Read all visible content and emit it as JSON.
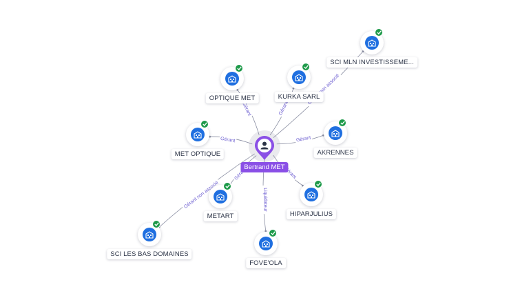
{
  "center": {
    "name": "Bertrand MET",
    "icon": "person-pin-icon",
    "color": "#8a4fe6"
  },
  "nodes": [
    {
      "id": "sci-mln",
      "label": "SCI MLN INVESTISSEME...",
      "edge_label": "Gérant non associé"
    },
    {
      "id": "optique-met",
      "label": "OPTIQUE MET",
      "edge_label": "Gérant"
    },
    {
      "id": "kurka-sarl",
      "label": "KURKA SARL",
      "edge_label": "Gérant"
    },
    {
      "id": "met-optique",
      "label": "MET OPTIQUE",
      "edge_label": "Gérant"
    },
    {
      "id": "akrennes",
      "label": "AKRENNES",
      "edge_label": "Gérant"
    },
    {
      "id": "metart",
      "label": "METART",
      "edge_label": "Gérant"
    },
    {
      "id": "hiparjulius",
      "label": "HIPARJULIUS",
      "edge_label": "Gérant"
    },
    {
      "id": "sci-les-bas-domaines",
      "label": "SCI LES BAS DOMAINES",
      "edge_label": "Gérant non associé"
    },
    {
      "id": "fove-ola",
      "label": "FOVE'OLA",
      "edge_label": "Liquidateur"
    }
  ],
  "node_icon": "building-icon",
  "badge_icon": "verified-check-icon",
  "colors": {
    "node": "#1f6fe0",
    "badge": "#1e9a4a",
    "edge": "#8b8fa3",
    "edge_label": "#6a5bd0"
  }
}
